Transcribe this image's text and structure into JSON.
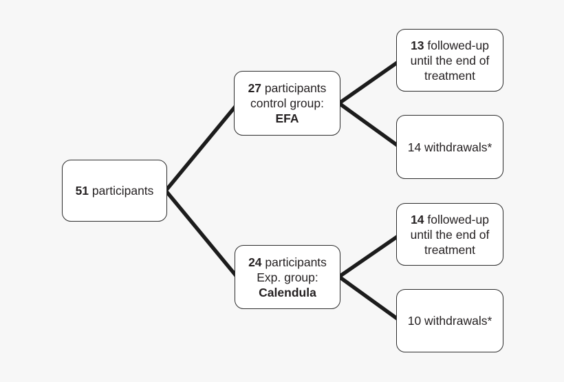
{
  "page": {
    "background_color": "#f7f7f7",
    "box_fill_color": "#ffffff",
    "box_border_color": "#2b2b2b",
    "connector_color": "#1c1c1c",
    "text_color": "#231f20"
  },
  "diagram": {
    "type": "flowchart",
    "nodes": {
      "root": {
        "count": "51",
        "label": "participants"
      },
      "control_group": {
        "count": "27",
        "label": "participants",
        "line2": "control group:",
        "name": "EFA"
      },
      "exp_group": {
        "count": "24",
        "label": "participants",
        "line2": "Exp. group:",
        "name": "Calendula"
      },
      "control_followup": {
        "count": "13",
        "line1_rest": "followed-up",
        "line2": "until the end of",
        "line3": "treatment"
      },
      "control_withdrawals": {
        "text": "14 withdrawals*"
      },
      "exp_followup": {
        "count": "14",
        "line1_rest": "followed-up",
        "line2": "until the end of",
        "line3": "treatment"
      },
      "exp_withdrawals": {
        "text": "10 withdrawals*"
      }
    },
    "edges": [
      {
        "from": "root",
        "to": "control_group"
      },
      {
        "from": "root",
        "to": "exp_group"
      },
      {
        "from": "control_group",
        "to": "control_followup"
      },
      {
        "from": "control_group",
        "to": "control_withdrawals"
      },
      {
        "from": "exp_group",
        "to": "exp_followup"
      },
      {
        "from": "exp_group",
        "to": "exp_withdrawals"
      }
    ]
  }
}
